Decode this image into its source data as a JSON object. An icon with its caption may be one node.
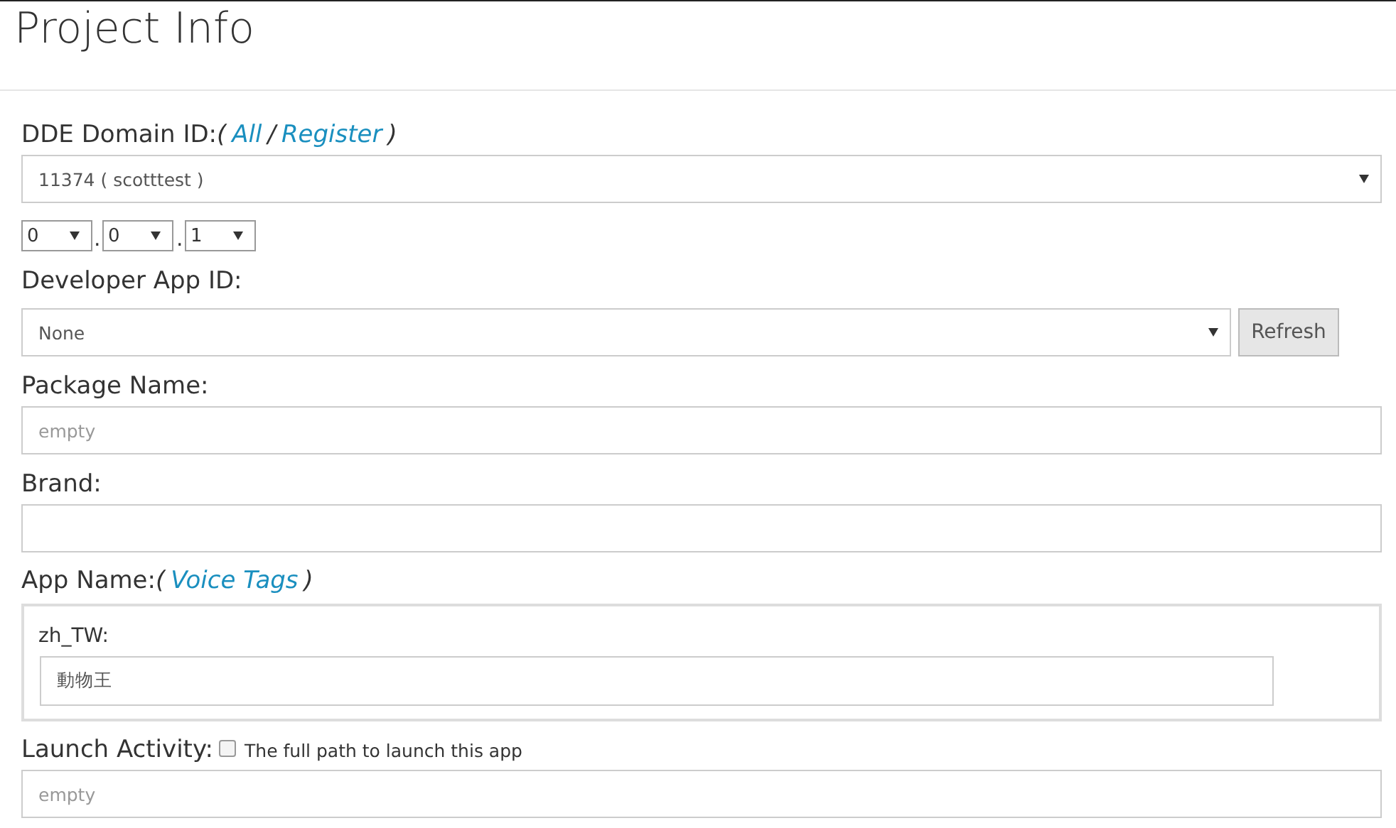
{
  "diagram": {
    "title": "Project Info",
    "nodes": [
      {
        "text": [
          "11374 ( scotttest )"
        ]
      },
      {
        "text": [
          "0"
        ]
      },
      {
        "text": [
          "0"
        ]
      },
      {
        "text": [
          "1"
        ]
      },
      {
        "text": [
          "None"
        ]
      },
      {
        "text": [
          "Refresh"
        ]
      },
      {
        "text": [
          "empty"
        ]
      },
      {
        "text": [],
        "shape": "box"
      },
      {
        "text": [
          "zh_TW:"
        ]
      },
      {
        "text": [
          "動物王"
        ],
        "in": 8
      },
      {
        "text": [
          "empty"
        ]
      }
    ],
    "labels": [
      "DDE Domain ID:",
      "(",
      "All",
      "/",
      "Register",
      ")",
      ".",
      ".",
      "Developer App ID:",
      "Package Name:",
      "Brand:",
      "App Name:",
      "(",
      "Voice Tags",
      ")",
      "Launch Activity:",
      "The full path to launch this app"
    ]
  }
}
